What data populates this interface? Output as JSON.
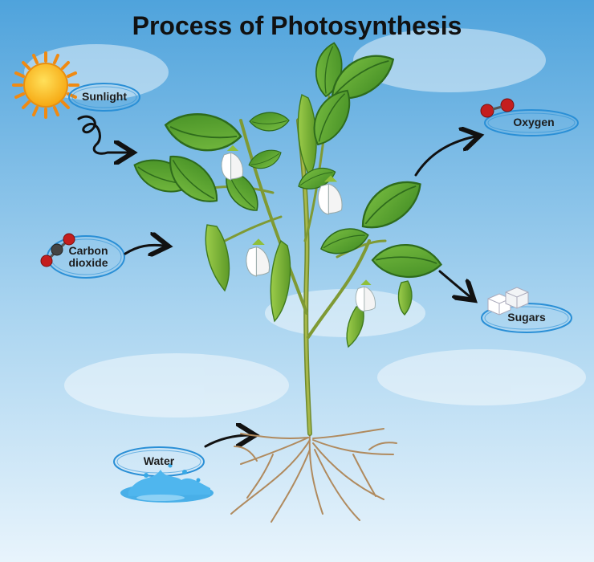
{
  "title": "Process of Photosynthesis",
  "labels": {
    "sunlight": "Sunlight",
    "carbon_dioxide_line1": "Carbon",
    "carbon_dioxide_line2": "dioxide",
    "oxygen": "Oxygen",
    "sugars": "Sugars",
    "water": "Water"
  },
  "colors": {
    "sky_top": "#4fa3dc",
    "sky_bottom": "#e4f2fb",
    "leaf": "#5aa532",
    "leaf_dark": "#2e6b1c",
    "stem": "#8a9a3c",
    "root": "#b08a5e",
    "sun": "#f7b316",
    "sun_rays": "#f08a12",
    "oxygen_atom": "#c41e1e",
    "carbon_atom": "#444444",
    "label_ring": "#2a8fd6",
    "water": "#38a9e6"
  },
  "icons": [
    "sun-icon",
    "carbon-dioxide-molecule-icon",
    "oxygen-molecule-icon",
    "sugar-cubes-icon",
    "water-splash-icon"
  ]
}
